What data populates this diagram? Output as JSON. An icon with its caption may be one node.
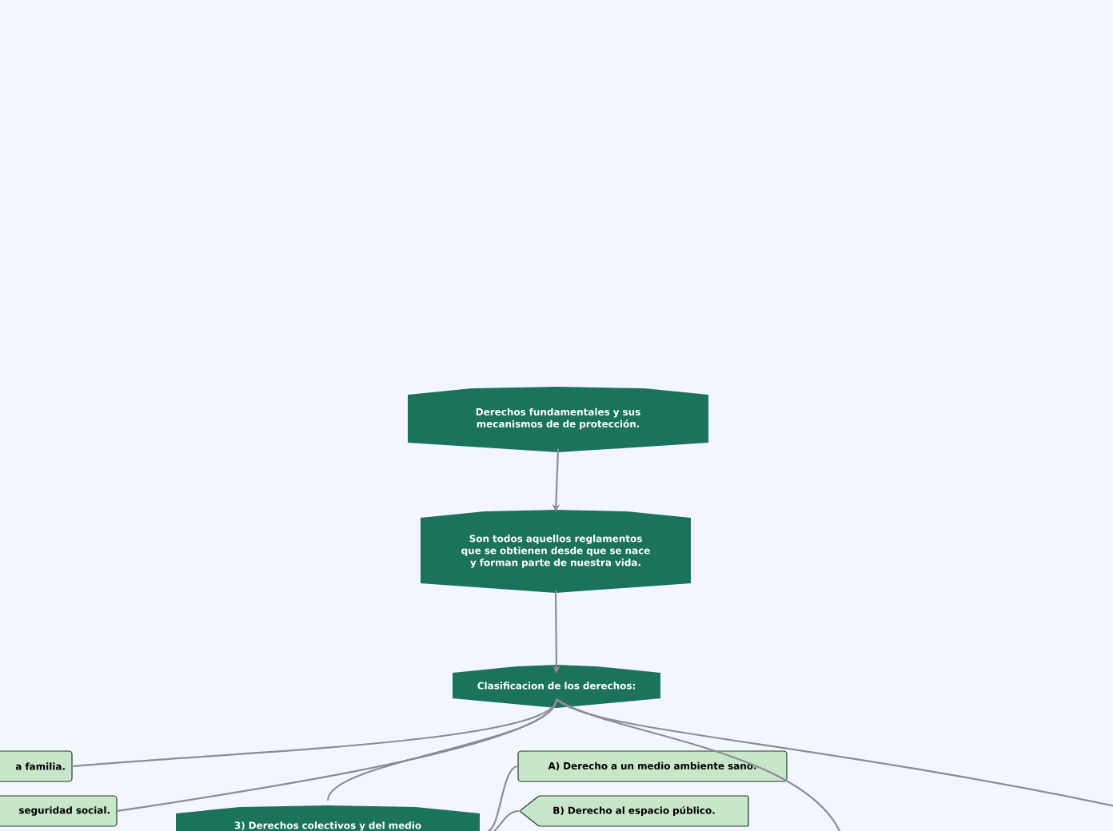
{
  "diagram": {
    "nodes": [
      {
        "text": [
          "Derechos fundamentales y sus mecanismos de de protección."
        ]
      },
      {
        "text": [
          "Son todos aquellos reglamentos que se obtienen desde que se nace y forman parte de nuestra vida."
        ]
      },
      {
        "text": [
          "Clasificacion de los derechos:"
        ]
      },
      {
        "text": [
          "a familia."
        ]
      },
      {
        "text": [
          "seguridad social."
        ]
      },
      {
        "text": [
          "3) Derechos colectivos y del medio"
        ]
      },
      {
        "text": [
          "A) Derecho a un medio ambiente sano."
        ]
      },
      {
        "text": [
          "B) Derecho al espacio público."
        ]
      }
    ],
    "edges": [
      {
        "from": 0,
        "to": 1,
        "arrow": "to"
      },
      {
        "from": 1,
        "to": 2,
        "arrow": "to"
      },
      {
        "from": 2,
        "to": 3,
        "arrow": "none"
      },
      {
        "from": 2,
        "to": 4,
        "arrow": "none"
      },
      {
        "from": 2,
        "to": 5,
        "arrow": "none"
      },
      {
        "from": 2,
        "to": null,
        "arrow": "none"
      },
      {
        "from": 2,
        "to": null,
        "arrow": "none"
      },
      {
        "from": 5,
        "to": 6,
        "arrow": "none"
      },
      {
        "from": 5,
        "to": 7,
        "arrow": "none"
      }
    ]
  }
}
